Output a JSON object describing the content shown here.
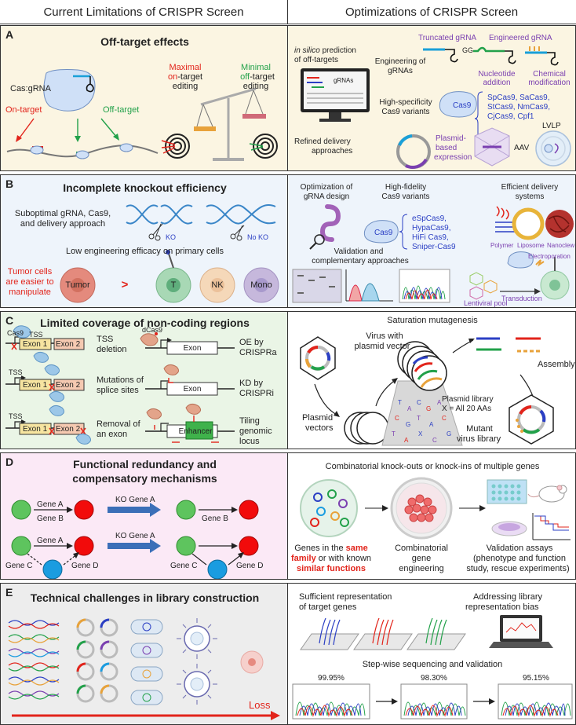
{
  "headers": {
    "left": "Current Limitations of CRISPR Screen",
    "right": "Optimizations of CRISPR Screen"
  },
  "colors": {
    "panelA": "#fbf5e2",
    "panelB": "#eef4fb",
    "panelC": "#eaf5e6",
    "panelD": "#fbe9f6",
    "panelE": "#ededed",
    "accentRed": "#e2241b",
    "accentBlue": "#2b3fc4",
    "accentGreen": "#22a14a"
  },
  "panelA": {
    "letter": "A",
    "title": "Off-target effects",
    "cas_grna": "Cas:gRNA",
    "on_target": "On-target",
    "off_target": "Off-target",
    "maximal": "Maximal",
    "on_part": "on",
    "target_editing": "-target",
    "editing": "editing",
    "minimal": "Minimal",
    "off_part": "off",
    "insilico_italic": "in silico",
    "insilico_rest": "prediction",
    "of_offtargets": "of off-targets",
    "grnas": "gRNAs",
    "engineering": "Engineering of",
    "grnas_label": "gRNAs",
    "truncated": "Truncated gRNA",
    "engineered": "Engineered gRNA",
    "gg": "GG",
    "nucleotide": "Nucleotide",
    "addition": "addition",
    "chemical": "Chemical",
    "modification": "modification",
    "high_spec": "High-specificity",
    "cas9_variants": "Cas9 variants",
    "cas9": "Cas9",
    "variants_line1": "SpCas9, SaCas9,",
    "variants_line2": "StCas9, NmCas9,",
    "variants_line3": "CjCas9, Cpf1",
    "refined": "Refined delivery",
    "approaches": "approaches",
    "plasmid": "Plasmid-",
    "based": "based",
    "expression": "expression",
    "aav": "AAV",
    "lvlp": "LVLP"
  },
  "panelB": {
    "letter": "B",
    "title": "Incomplete knockout efficiency",
    "suboptimal1": "Suboptimal gRNA, Cas9,",
    "suboptimal2": "and delivery approach",
    "ko": "KO",
    "no_ko": "No KO",
    "low_eff": "Low engineering efficacy on primary cells",
    "tumor_easy1": "Tumor cells",
    "tumor_easy2": "are easier to",
    "tumor_easy3": "manipulate",
    "tumor": "Tumor",
    "gt": ">",
    "t_cell": "T",
    "nk": "NK",
    "mono": "Mono",
    "opt1": "Optimization of",
    "opt2": "gRNA design",
    "hf1": "High-fidelity",
    "hf2": "Cas9 variants",
    "cas9": "Cas9",
    "hf_list1": "eSpCas9,",
    "hf_list2": "HypaCas9,",
    "hf_list3": "HiFi Cas9,",
    "hf_list4": "Sniper-Cas9",
    "eff1": "Efficient delivery",
    "eff2": "systems",
    "polymer": "Polymer",
    "liposome": "Liposome",
    "nanoclew": "Nanoclew",
    "val1": "Validation and",
    "val2": "complementary approaches",
    "electroporation": "Electroporation",
    "lentiviral": "Lentiviral pool",
    "transduction": "Transduction"
  },
  "panelC": {
    "letter": "C",
    "title": "Limited coverage of non-coding regions",
    "cas9": "Cas9",
    "tss": "TSS",
    "exon1": "Exon 1",
    "exon2": "Exon 2",
    "tss_del1": "TSS",
    "tss_del2": "deletion",
    "mut1": "Mutations of",
    "mut2": "splice sites",
    "rem1": "Removal of",
    "rem2": "an exon",
    "dcas9": "dCas9",
    "exon": "Exon",
    "enhancer": "Enhancer",
    "oe1": "OE by",
    "oe2": "CRISPRa",
    "kd1": "KD by",
    "kd2": "CRISPRi",
    "tile1": "Tiling",
    "tile2": "genomic",
    "tile3": "locus",
    "sat": "Saturation mutagenesis",
    "virus1": "Virus with",
    "virus2": "plasmid vector",
    "assembly": "Assembly",
    "pvec1": "Plasmid",
    "pvec2": "vectors",
    "plib1": "Plasmid library",
    "plib2": "X = All 20 AAs",
    "mvl1": "Mutant",
    "mvl2": "virus library"
  },
  "panelD": {
    "letter": "D",
    "title1": "Functional redundancy and",
    "title2": "compensatory mechanisms",
    "gene_a": "Gene A",
    "gene_b": "Gene B",
    "gene_c": "Gene C",
    "gene_d": "Gene D",
    "ko_gene_a": "KO Gene A",
    "comb": "Combinatorial knock-outs or knock-ins of multiple genes",
    "genes1": "Genes in the",
    "same": "same",
    "family": "family",
    "known": "or with known",
    "similar": "similar functions",
    "cge1": "Combinatorial",
    "cge2": "gene",
    "cge3": "engineering",
    "va1": "Validation assays",
    "va2": "(phenotype and function",
    "va3": "study, rescue experiments)"
  },
  "panelE": {
    "letter": "E",
    "title": "Technical challenges in library construction",
    "loss": "Loss",
    "suff1": "Sufficient representation",
    "suff2": "of target genes",
    "addr1": "Addressing library",
    "addr2": "representation bias",
    "step": "Step-wise sequencing and validation",
    "pct1": "99.95%",
    "pct2": "98.30%",
    "pct3": "95.15%"
  }
}
